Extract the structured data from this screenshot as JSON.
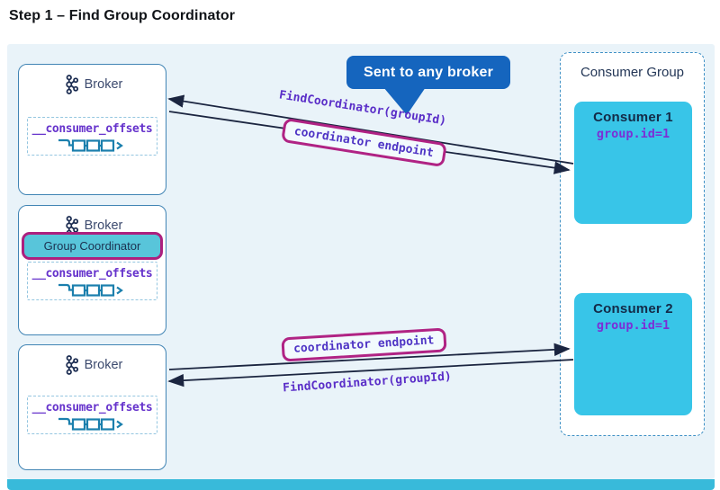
{
  "title": "Step 1 – Find Group Coordinator",
  "callout": {
    "label": "Sent to any broker"
  },
  "brokers": [
    {
      "label": "Broker",
      "topic": "__consumer_offsets"
    },
    {
      "label": "Broker",
      "topic": "__consumer_offsets",
      "coordinator": "Group Coordinator"
    },
    {
      "label": "Broker",
      "topic": "__consumer_offsets"
    }
  ],
  "consumer_group": {
    "title": "Consumer Group",
    "consumers": [
      {
        "name": "Consumer 1",
        "group_id": "group.id=1"
      },
      {
        "name": "Consumer 2",
        "group_id": "group.id=1"
      }
    ]
  },
  "messages": {
    "find_coordinator": "FindCoordinator(groupId)",
    "coordinator_endpoint": "coordinator endpoint"
  },
  "colors": {
    "panel_bg": "#e9f3f9",
    "bottom_strip": "#38bada",
    "consumer_box": "#38c5e8",
    "coordinator_fill": "#58c5da",
    "magenta_border": "#ad1f7e",
    "callout_blue": "#1565be",
    "purple_code": "#6633cc",
    "arrow": "#1b2540",
    "broker_border": "#4084b4"
  }
}
